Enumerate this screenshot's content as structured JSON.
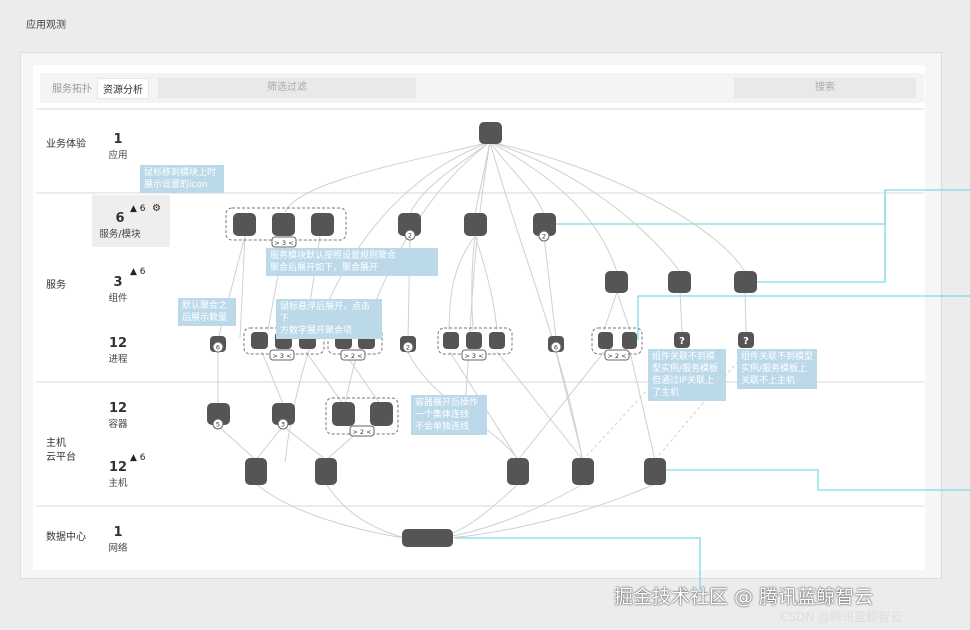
{
  "page_title": "应用观测",
  "toolbar": {
    "tab_topology": "服务拓扑",
    "tab_resource": "资源分析",
    "filter_label": "筛选过滤",
    "search_label": "搜索"
  },
  "bands": {
    "experience": "业务体验",
    "service": "服务",
    "host_lines": [
      "主机",
      "云平台"
    ],
    "datacenter": "数据中心"
  },
  "levels": [
    {
      "key": "app",
      "count": "1",
      "label": "应用"
    },
    {
      "key": "service-module",
      "count": "6",
      "label": "服务/模块",
      "warn": "6"
    },
    {
      "key": "component",
      "count": "3",
      "label": "组件",
      "warn": "6"
    },
    {
      "key": "process",
      "count": "12",
      "label": "进程"
    },
    {
      "key": "container",
      "count": "12",
      "label": "容器"
    },
    {
      "key": "host",
      "count": "12",
      "label": "主机",
      "warn": "6"
    },
    {
      "key": "network",
      "count": "1",
      "label": "网络"
    }
  ],
  "warn_icon": "▲",
  "notes": [
    {
      "id": "hover-icon",
      "lines": [
        "鼠标移到模块上时",
        "展示设置的icon"
      ]
    },
    {
      "id": "default-aggregate",
      "lines": [
        "服务模块默认按照设置规则聚合",
        "聚合后展开如下，聚合展开"
      ]
    },
    {
      "id": "default-count",
      "lines": [
        "默认聚合之",
        "后展示数量"
      ]
    },
    {
      "id": "click-expand",
      "lines": [
        "鼠标悬浮后展开，点击下",
        "方数字展开聚合项"
      ]
    },
    {
      "id": "container-link",
      "lines": [
        "容器展开后操作",
        "一个集体连线",
        "不会单独连线"
      ]
    },
    {
      "id": "component-no-host",
      "lines": [
        "组件关联不到模",
        "型实例/服务模板",
        "但通过IP关联上",
        "了主机"
      ]
    },
    {
      "id": "component-instance",
      "lines": [
        "组件关联不到模型",
        "实例/服务模板上",
        "关联不上主机"
      ]
    }
  ],
  "badges": {
    "agg_gt3": "> 3 <",
    "agg_gt2": "> 2 <",
    "n2": "2",
    "n6": "6",
    "n5": "5",
    "n3": "3",
    "unknown": "?"
  },
  "watermark": {
    "main": "掘金技术社区 @ 腾讯蓝鲸智云",
    "csdn": "CSDN @腾讯蓝鲸智云"
  },
  "colors": {
    "node": "#555555",
    "edge": "#d0d0d0",
    "highlight": "#7fd9e6",
    "note": "#bcd9ea"
  }
}
